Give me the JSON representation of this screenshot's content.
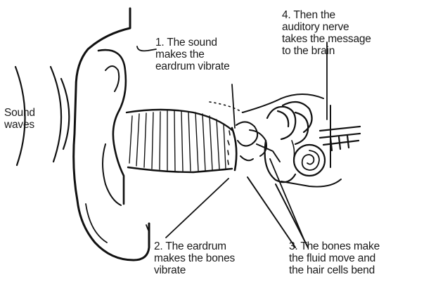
{
  "labels": {
    "sound_waves": "Sound\nwaves",
    "step1": "1. The sound\n    makes the\n    eardrum vibrate",
    "step2": "2. The eardrum\n    makes the bones\n    vibrate",
    "step3": "3. The bones make\n    the fluid move and\n    the hair cells bend",
    "step4": "4. Then the\n    auditory nerve\n    takes the message\n    to the brain"
  },
  "colors": {
    "ink": "#111111",
    "background": "#ffffff"
  }
}
